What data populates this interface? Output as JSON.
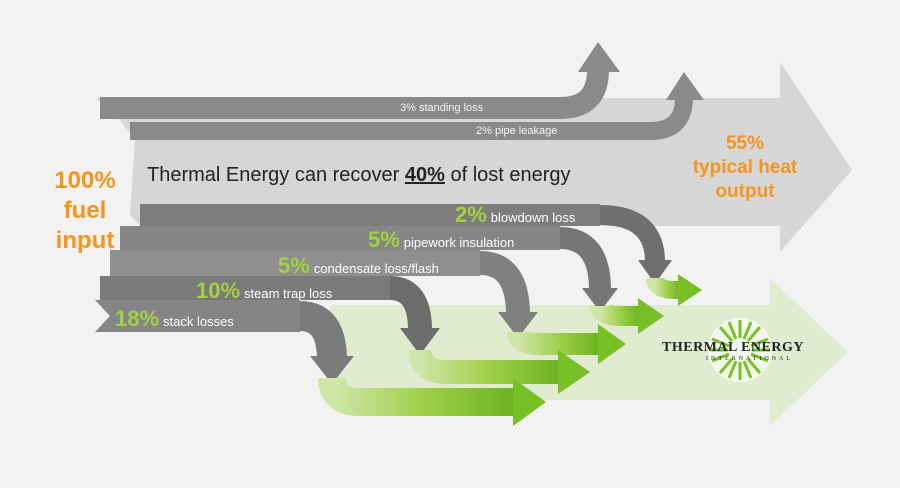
{
  "input": {
    "percent": "100%",
    "line1": "fuel",
    "line2": "input"
  },
  "output": {
    "percent": "55%",
    "line1": "typical heat",
    "line2": "output"
  },
  "headline": {
    "before": "Thermal Energy can recover",
    "highlight": "40%",
    "after": "of lost energy"
  },
  "minor_losses": [
    {
      "label": "3% standing loss"
    },
    {
      "label": "2% pipe leakage"
    }
  ],
  "losses": [
    {
      "percent": "2%",
      "label": "blowdown loss"
    },
    {
      "percent": "5%",
      "label": "pipework insulation"
    },
    {
      "percent": "5%",
      "label": "condensate loss/flash"
    },
    {
      "percent": "10%",
      "label": "steam trap loss"
    },
    {
      "percent": "18%",
      "label": "stack losses"
    }
  ],
  "logo": {
    "name": "THERMAL ENERGY",
    "tagline": "INTERNATIONAL"
  },
  "colors": {
    "gray_light": "#d6d6d7",
    "gray_dark": "#7f7f80",
    "green": "#8cc63f",
    "pale_green": "#e1ebcf",
    "orange": "#f7941d",
    "green_text": "#a2d23f"
  }
}
